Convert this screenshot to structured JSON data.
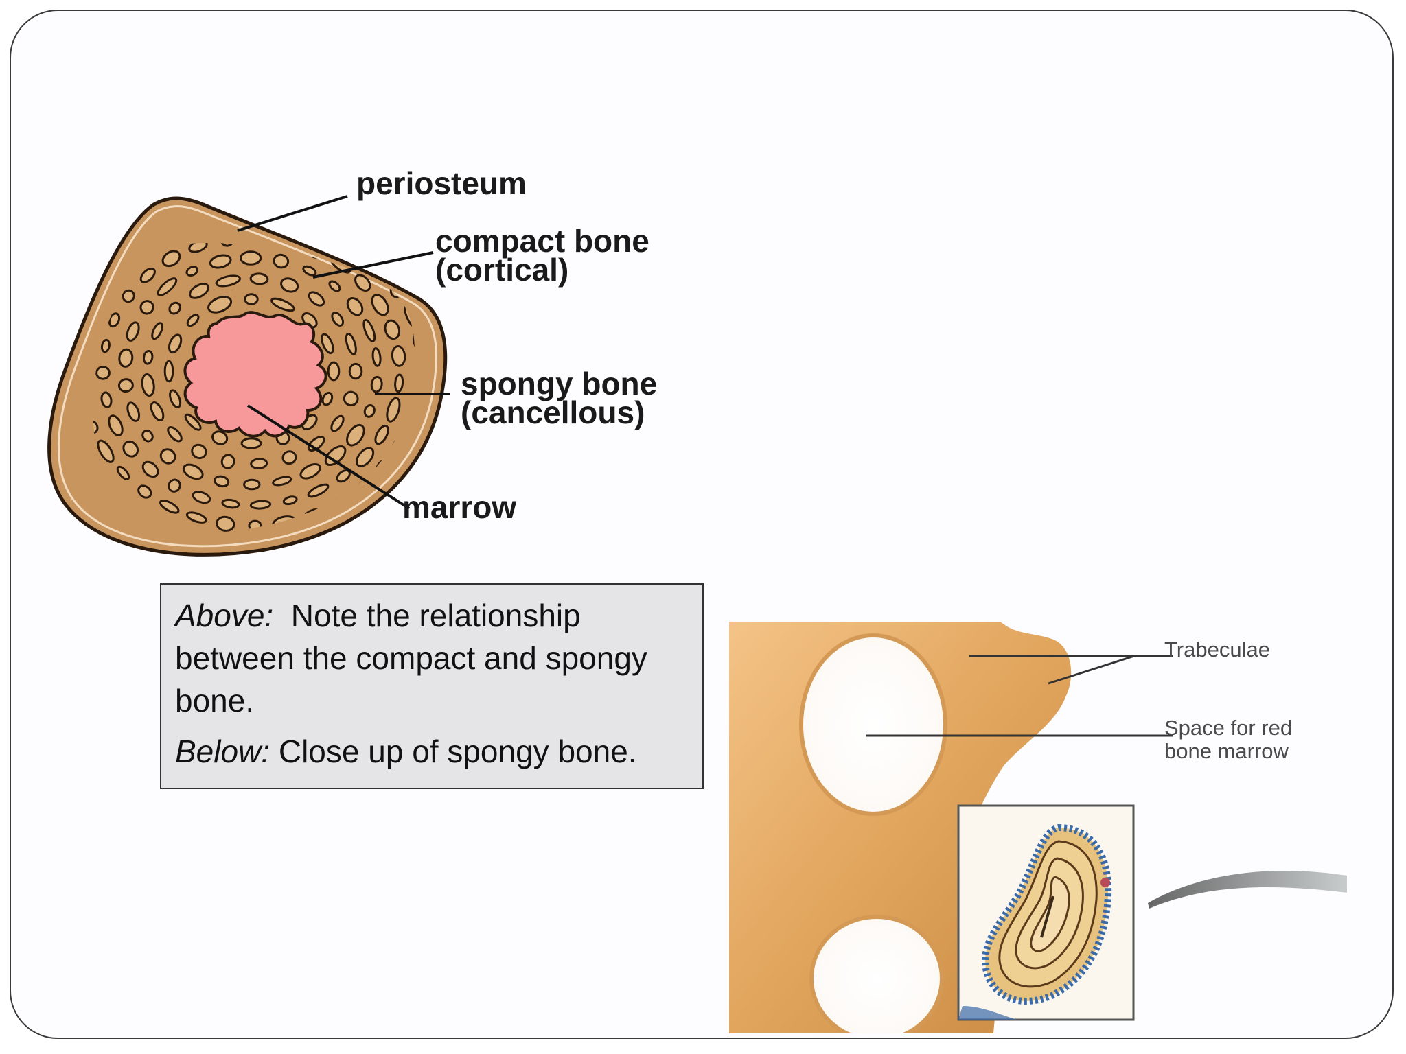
{
  "top_diagram": {
    "labels": {
      "periosteum": "periosteum",
      "compact_bone": "compact bone",
      "compact_bone_alt": "(cortical)",
      "spongy_bone": "spongy bone",
      "spongy_bone_alt": "(cancellous)",
      "marrow": "marrow"
    },
    "colors": {
      "bone": "#c8955f",
      "marrow": "#f7989a",
      "outline": "#2a1a0e"
    }
  },
  "caption": {
    "above_prefix": "Above:",
    "above_text": "Note the relationship between the compact and spongy bone.",
    "below_prefix": "Below:",
    "below_text": "Close up of spongy bone."
  },
  "bottom_diagram": {
    "labels": {
      "trabeculae": "Trabeculae",
      "space_line1": "Space for red",
      "space_line2": "bone marrow"
    },
    "colors": {
      "bone": "#e1a55d",
      "inset_border": "#555555",
      "lining": "#3a6aa8"
    }
  }
}
